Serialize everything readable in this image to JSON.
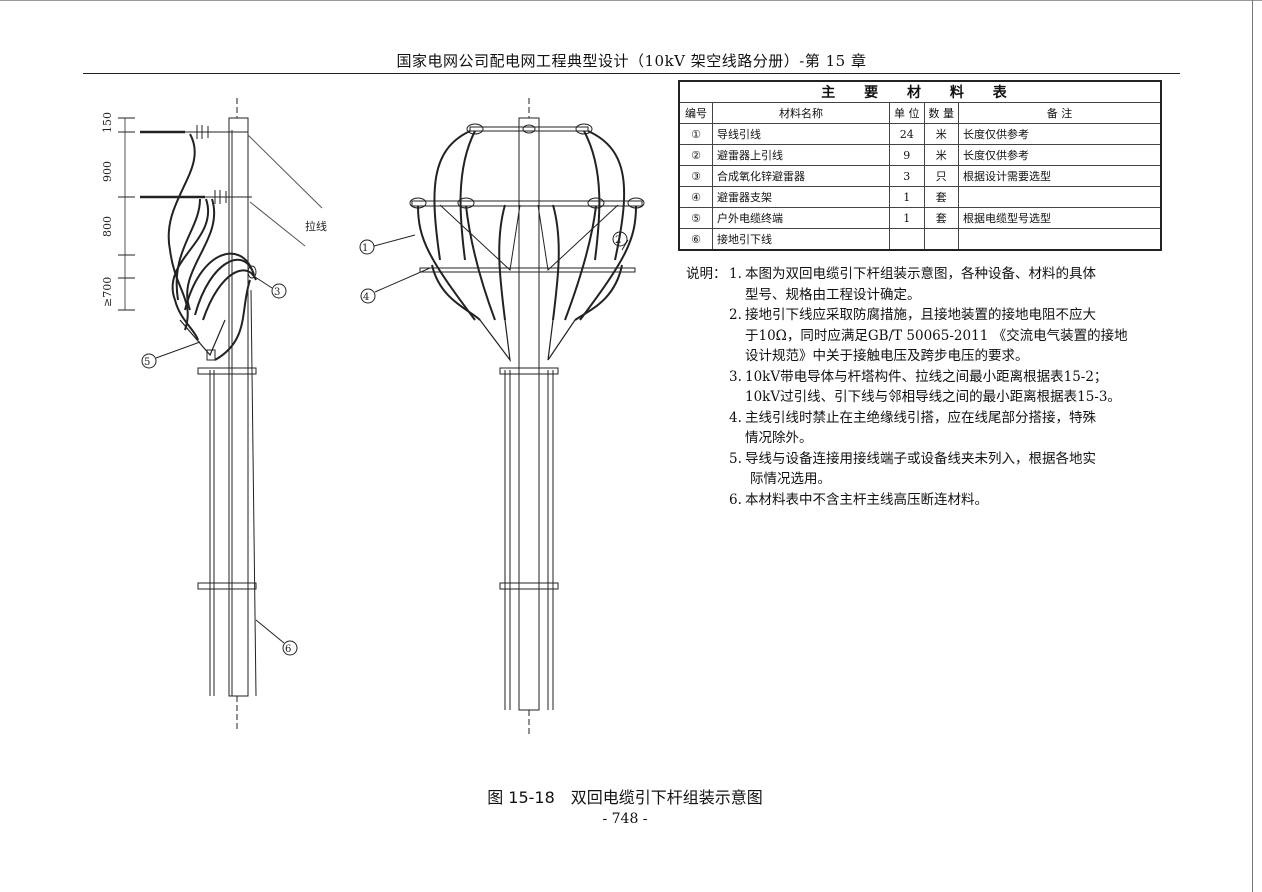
{
  "header": {
    "title": "国家电网公司配电网工程典型设计（10kV 架空线路分册）-第 15 章"
  },
  "table": {
    "title": "主 要 材 料 表",
    "columns": [
      "编号",
      "材料名称",
      "单 位",
      "数 量",
      "备  注"
    ],
    "rows": [
      {
        "no": "①",
        "name": "导线引线",
        "unit": "24",
        "qty": "米",
        "remark": "长度仅供参考"
      },
      {
        "no": "②",
        "name": "避雷器上引线",
        "unit": "9",
        "qty": "米",
        "remark": "长度仅供参考"
      },
      {
        "no": "③",
        "name": "合成氧化锌避雷器",
        "unit": "3",
        "qty": "只",
        "remark": "根据设计需要选型"
      },
      {
        "no": "④",
        "name": "避雷器支架",
        "unit": "1",
        "qty": "套",
        "remark": ""
      },
      {
        "no": "⑤",
        "name": "户外电缆终端",
        "unit": "1",
        "qty": "套",
        "remark": "根据电缆型号选型"
      },
      {
        "no": "⑥",
        "name": "接地引下线",
        "unit": "",
        "qty": "",
        "remark": ""
      }
    ]
  },
  "notes": {
    "label": "说明：",
    "items": [
      {
        "n": "1.",
        "lines": [
          "本图为双回电缆引下杆组装示意图，各种设备、材料的具体",
          "型号、规格由工程设计确定。"
        ]
      },
      {
        "n": "2.",
        "lines": [
          "接地引下线应采取防腐措施，且接地装置的接地电阻不应大",
          "于10Ω，同时应满足GB/T 50065-2011 《交流电气装置的接地",
          "设计规范》中关于接触电压及跨步电压的要求。"
        ]
      },
      {
        "n": "3.",
        "lines": [
          "10kV带电导体与杆塔构件、拉线之间最小距离根据表15-2；",
          "10kV过引线、引下线与邻相导线之间的最小距离根据表15-3。"
        ]
      },
      {
        "n": "4.",
        "lines": [
          "主线引线时禁止在主绝缘线引搭，应在线尾部分搭接，特殊",
          "情况除外。"
        ]
      },
      {
        "n": "5.",
        "lines": [
          "导线与设备连接用接线端子或设备线夹未列入，根据各地实",
          "际情况选用。"
        ]
      },
      {
        "n": "6.",
        "lines": [
          "本材料表中不含主杆主线高压断连材料。"
        ]
      }
    ]
  },
  "drawing": {
    "dims": [
      "150",
      "900",
      "800",
      "≥700"
    ],
    "guy_label": "拉线",
    "callouts": [
      "①",
      "②",
      "③",
      "④",
      "⑤",
      "⑥"
    ]
  },
  "caption": "图 15-18　双回电缆引下杆组装示意图",
  "page_number": "- 748 -"
}
